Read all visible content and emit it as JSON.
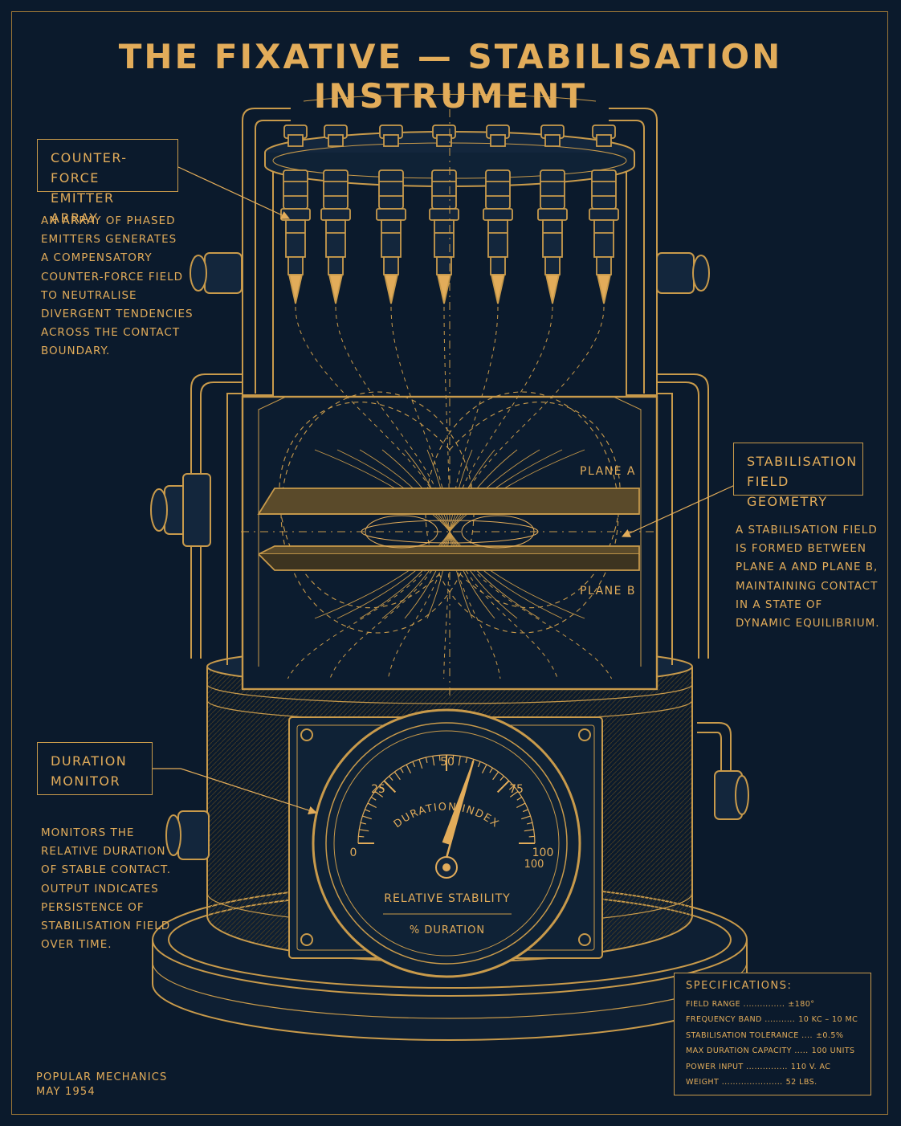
{
  "title": "THE FIXATIVE — STABILISATION INSTRUMENT",
  "callouts": {
    "emitter": {
      "title_lines": [
        "COUNTER-FORCE",
        "EMITTER ARRAY"
      ],
      "description_lines": [
        "AN ARRAY OF PHASED",
        "EMITTERS GENERATES",
        "A COMPENSATORY",
        "COUNTER-FORCE FIELD",
        "TO NEUTRALISE",
        "DIVERGENT TENDENCIES",
        "ACROSS THE CONTACT",
        "BOUNDARY."
      ]
    },
    "field": {
      "title_lines": [
        "STABILISATION",
        "FIELD GEOMETRY"
      ],
      "description_lines": [
        "A STABILISATION FIELD",
        "IS FORMED BETWEEN",
        "PLANE A AND PLANE B,",
        "MAINTAINING CONTACT",
        "IN A STATE OF",
        "DYNAMIC EQUILIBRIUM."
      ]
    },
    "monitor": {
      "title_lines": [
        "DURATION",
        "MONITOR"
      ],
      "description_lines": [
        "MONITORS THE",
        "RELATIVE DURATION",
        "OF STABLE CONTACT.",
        "OUTPUT INDICATES",
        "PERSISTENCE OF",
        "STABILISATION FIELD",
        "OVER TIME."
      ]
    }
  },
  "planes": {
    "a": "PLANE A",
    "b": "PLANE B"
  },
  "gauge": {
    "arc_label": "DURATION INDEX",
    "ticks": [
      "0",
      "25",
      "50",
      "75",
      "100"
    ],
    "max_label": "100",
    "value": 60,
    "label_main": "RELATIVE STABILITY",
    "label_unit": "% DURATION"
  },
  "specifications": {
    "heading": "SPECIFICATIONS:",
    "rows": [
      {
        "label": "FIELD RANGE ...............",
        "value": "±180°"
      },
      {
        "label": "FREQUENCY BAND ...........",
        "value": "10 KC – 10 MC"
      },
      {
        "label": "STABILISATION TOLERANCE ....",
        "value": "±0.5%"
      },
      {
        "label": "MAX DURATION CAPACITY .....",
        "value": "100 UNITS"
      },
      {
        "label": "POWER INPUT ...............",
        "value": "110 V. AC"
      },
      {
        "label": "WEIGHT ......................",
        "value": "52 LBS."
      }
    ]
  },
  "credit": {
    "line1": "POPULAR MECHANICS",
    "line2": "MAY 1954"
  },
  "colors": {
    "background": "#0b1a2c",
    "ink": "#e2ac5a",
    "ink_dim": "#9c7737"
  }
}
